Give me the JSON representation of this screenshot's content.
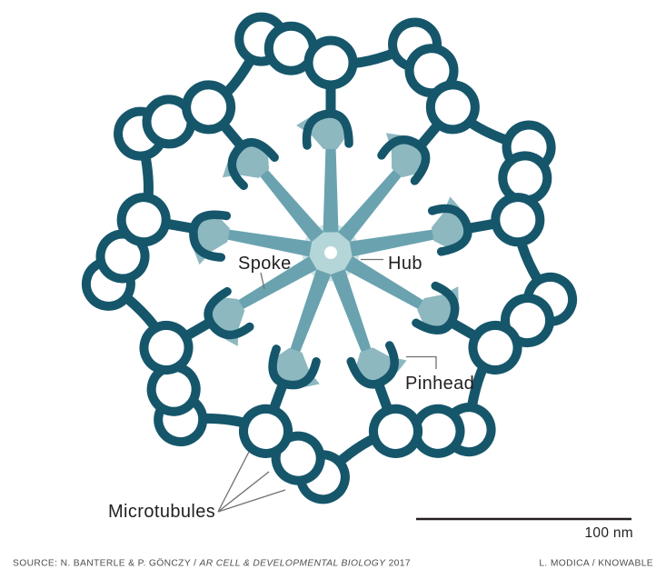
{
  "figure": {
    "labels": {
      "spoke": "Spoke",
      "hub": "Hub",
      "pinhead": "Pinhead",
      "microtubules": "Microtubules"
    },
    "scale_bar": {
      "label": "100 nm"
    },
    "footer": {
      "source_prefix": "SOURCE: N. BANTERLE & P. GÖNCZY / ",
      "source_italic": "AR CELL & DEVELOPMENTAL BIOLOGY",
      "source_suffix": " 2017",
      "credit": "L. MODICA / KNOWABLE"
    },
    "structure": {
      "symmetry_fold": 9,
      "spoke_count": 9,
      "microtubule_triplet_count": 9,
      "microtubules_per_triplet": 3
    },
    "colors": {
      "dark_teal": "#16566b",
      "spoke_teal": "#6aa3af",
      "pinhead_teal": "#8db8c0",
      "hub_halo": "#cfe3e5",
      "hub_body": "#b4d6d9",
      "text_black": "#231f20",
      "footer_gray": "#4d4e50",
      "leader_gray": "#6f7072"
    }
  }
}
